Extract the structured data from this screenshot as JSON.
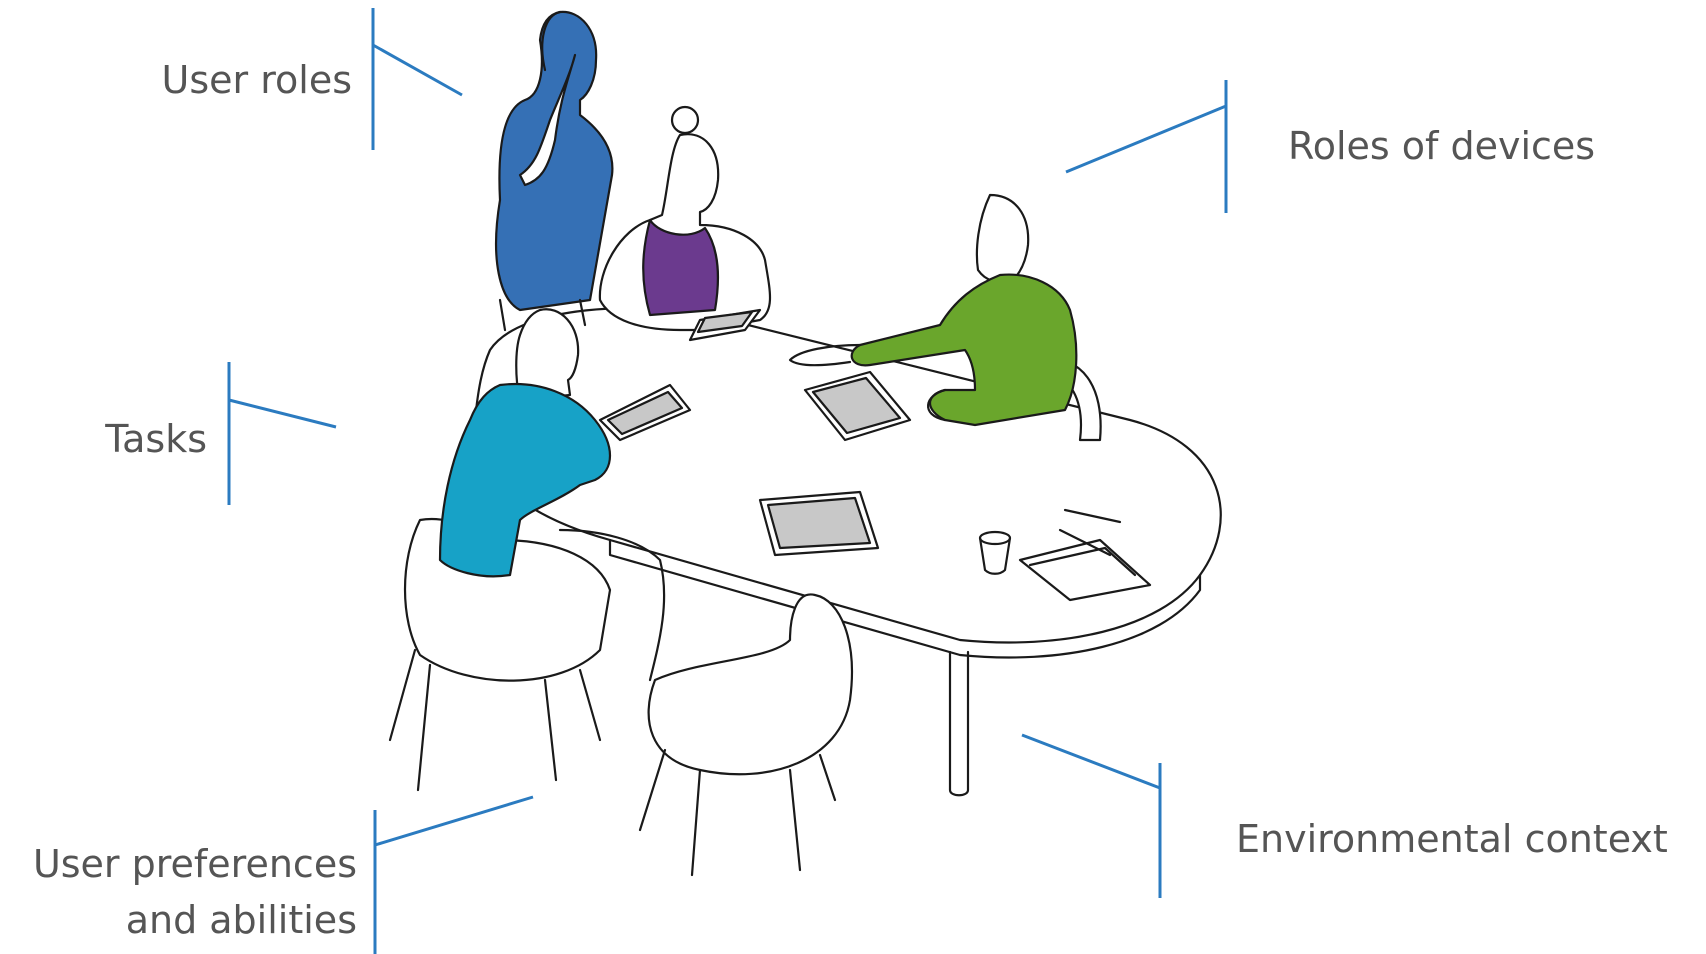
{
  "labels": {
    "user_roles": "User roles",
    "tasks": "Tasks",
    "prefs_line1": "User preferences",
    "prefs_line2": "and abilities",
    "roles_of_devices": "Roles of devices",
    "environmental_context": "Environmental context"
  },
  "colors": {
    "callout": "#2b7bc0",
    "label_text": "#555555",
    "person_standing_shirt": "#3570b5",
    "person_seated_shirt": "#6b3a8e",
    "person_right_shirt": "#6aa62c",
    "person_front_shirt": "#17a2c7",
    "device_screen": "#c8c8c8"
  },
  "icons": [
    "meeting-scene-illustration"
  ]
}
